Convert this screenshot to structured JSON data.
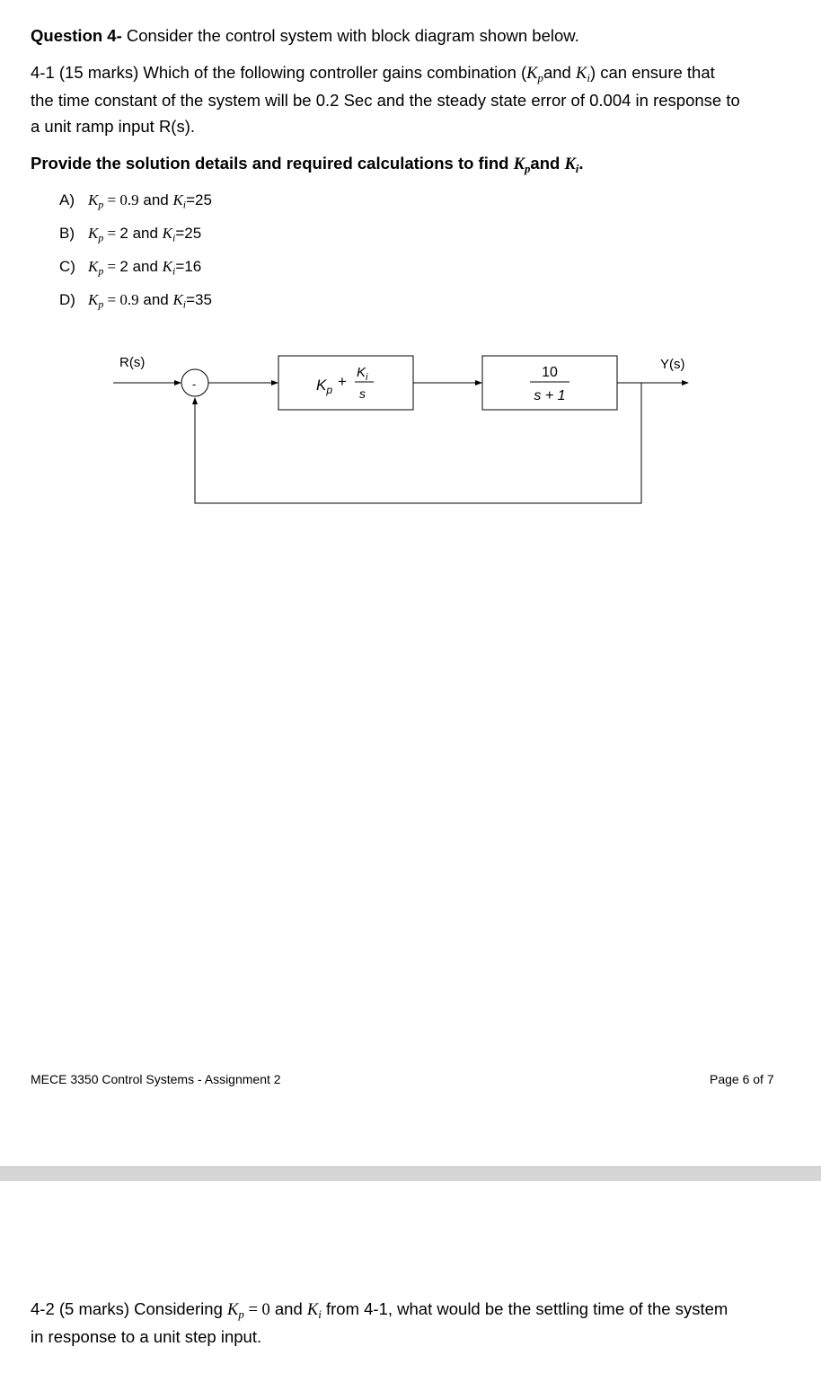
{
  "question": {
    "title_bold": "Question 4-",
    "title_rest": " Consider the control system with block diagram shown below.",
    "part1": {
      "line1_a": "4-1 (15 marks) Which of the following controller gains combination (",
      "kp_base": "K",
      "kp_sub": "p",
      "and_word": "and ",
      "ki_base": "K",
      "ki_sub": "i",
      "line1_b": ") can ensure that",
      "line2": "the time constant of the system will be 0.2 Sec and the steady state error of 0.004 in response to",
      "line3": "a unit ramp input R(s)."
    },
    "instruction": {
      "text_a": "Provide the solution details and required calculations to find ",
      "kp_base": "K",
      "kp_sub": "p",
      "and_word": "and ",
      "ki_base": "K",
      "ki_sub": "i",
      "period": "."
    },
    "options": [
      {
        "letter": "A)",
        "kp_base": "K",
        "kp_sub": "p",
        "eq": " = ",
        "kp_val": "0.9",
        "mid": " and ",
        "ki_base": "K",
        "ki_sub": "i",
        "ki_val": "=25"
      },
      {
        "letter": "B)",
        "kp_base": "K",
        "kp_sub": "p",
        "eq": " = ",
        "kp_val": "2",
        "mid": " and ",
        "ki_base": "K",
        "ki_sub": "i",
        "ki_val": "=25"
      },
      {
        "letter": "C)",
        "kp_base": "K",
        "kp_sub": "p",
        "eq": " = ",
        "kp_val": "2",
        "mid": " and ",
        "ki_base": "K",
        "ki_sub": "i",
        "ki_val": "=16"
      },
      {
        "letter": "D)",
        "kp_base": "K",
        "kp_sub": "p",
        "eq": " = ",
        "kp_val": "0.9",
        "mid": " and ",
        "ki_base": "K",
        "ki_sub": "i",
        "ki_val": "=35"
      }
    ]
  },
  "diagram": {
    "input_label": "R(s)",
    "output_label": "Y(s)",
    "summing_sign": "-",
    "controller": {
      "kp": "K",
      "kp_sub": "p",
      "plus": "+",
      "num": "K",
      "num_sub": "i",
      "den": "s"
    },
    "plant": {
      "num": "10",
      "den": "s + 1"
    }
  },
  "footer": {
    "left": "MECE 3350 Control Systems - Assignment 2",
    "right": "Page 6 of 7"
  },
  "part2": {
    "line1_a": "4-2 (5 marks) Considering ",
    "kp_base": "K",
    "kp_sub": "p",
    "eq": " = ",
    "zero": "0",
    "mid": " and ",
    "ki_base": "K",
    "ki_sub": "i",
    "line1_b": " from 4-1, what would be the settling time of the system",
    "line2": "in response to a unit step input."
  }
}
